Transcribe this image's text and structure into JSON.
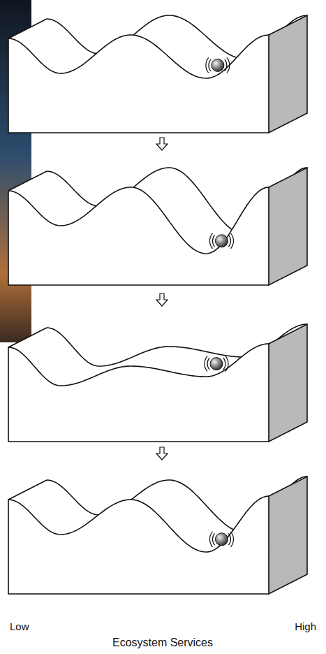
{
  "diagram": {
    "caption": "Ecosystem Services",
    "labels": [
      "Low",
      "High"
    ]
  }
}
